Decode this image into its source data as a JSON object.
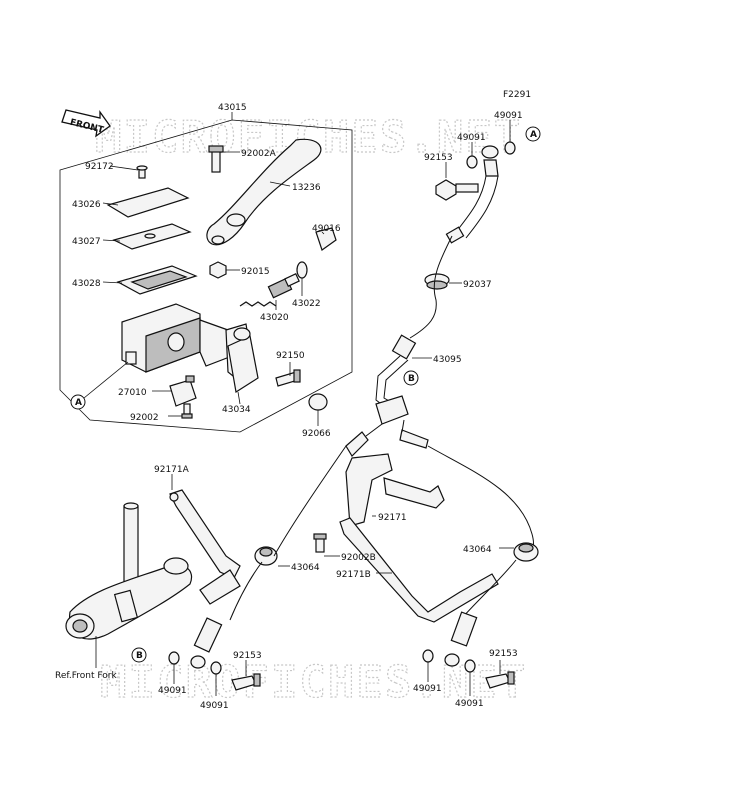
{
  "figure_code": "F2291",
  "watermark": "MICROFICHES.NET",
  "front_tag": "FRONT",
  "ref_note": "Ref.Front Fork",
  "callouts": [
    "A",
    "B"
  ],
  "parts": [
    {
      "num": "43015"
    },
    {
      "num": "92172"
    },
    {
      "num": "92002A"
    },
    {
      "num": "13236"
    },
    {
      "num": "43026"
    },
    {
      "num": "43027"
    },
    {
      "num": "49016"
    },
    {
      "num": "92015"
    },
    {
      "num": "43028"
    },
    {
      "num": "43022"
    },
    {
      "num": "43020"
    },
    {
      "num": "92150"
    },
    {
      "num": "27010"
    },
    {
      "num": "43034"
    },
    {
      "num": "92002"
    },
    {
      "num": "92066"
    },
    {
      "num": "49091"
    },
    {
      "num": "92153"
    },
    {
      "num": "92037"
    },
    {
      "num": "43095"
    },
    {
      "num": "92171A"
    },
    {
      "num": "92171"
    },
    {
      "num": "92002B"
    },
    {
      "num": "92171B"
    },
    {
      "num": "43064"
    },
    {
      "num": "43064"
    },
    {
      "num": "92153"
    },
    {
      "num": "49091"
    },
    {
      "num": "49091"
    },
    {
      "num": "92153"
    },
    {
      "num": "49091"
    },
    {
      "num": "49091"
    }
  ]
}
